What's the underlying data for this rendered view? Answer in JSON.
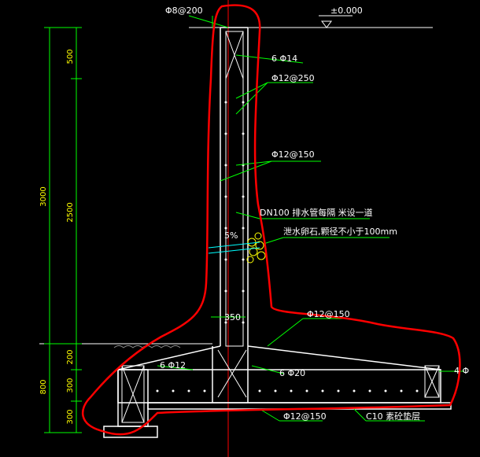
{
  "colors": {
    "background": "#000000",
    "dimension": "#00ff00",
    "wall": "#ffffff",
    "rebar_leader": "#00ff00",
    "markup": "#ff0000",
    "axis": "#ff0000",
    "text": "#ffffff",
    "dim_text": "#ffff00"
  },
  "labels": {
    "top_rebar": "Φ8@200",
    "elevation": "±0.000",
    "corner_bars": "6 Φ14",
    "wall_vert_1": "Φ12@250",
    "wall_vert_2": "Φ12@150",
    "drain_pipe": "DN100  排水管每隔  米设一道",
    "gravel": "泄水卵石,颗径不小于100mm",
    "slope": "5%",
    "wall_thickness": "350",
    "heel_rebar": "Φ12@150",
    "toe_bars": "6 Φ12",
    "base_bars": "6 Φ20",
    "heel_end_bars": "4 Φ",
    "base_bottom_rebar": "Φ12@150",
    "bedding": "C10  素砼垫层"
  },
  "dimensions": {
    "total_height": "3000",
    "upper_segment": "500",
    "middle_segment": "2500",
    "base_height": "800",
    "base_200": "200",
    "base_300a": "300",
    "base_300b": "300"
  }
}
